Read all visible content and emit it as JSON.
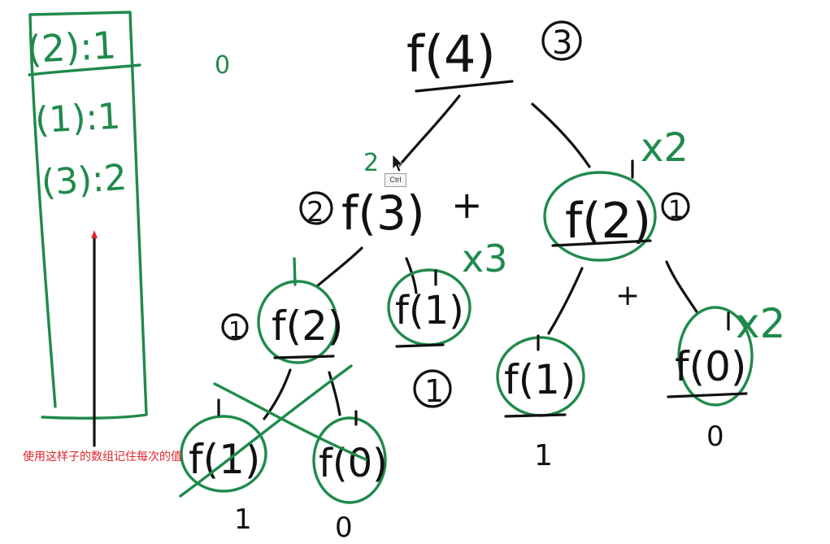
{
  "colors": {
    "ink": "#111111",
    "green": "#1f8a4c",
    "red": "#e0252b"
  },
  "memo": {
    "rows": [
      {
        "label": "(2):1"
      },
      {
        "label": "(1):1"
      },
      {
        "label": "(3):2"
      }
    ]
  },
  "stray_mark": "0",
  "tooltip": {
    "text": "Ctrl"
  },
  "annotation": {
    "text": "使用这样子的数组记住每次的值"
  },
  "tree": {
    "root": {
      "call": "f(4)",
      "badge": "3"
    },
    "f3": {
      "call": "f(3)",
      "badge": "2",
      "mark": "2"
    },
    "plus_top": "+",
    "f2_right": {
      "call": "f(2)",
      "badge": "1",
      "mult": "x2"
    },
    "f2_left": {
      "call": "f(2)",
      "badge": "1"
    },
    "f1_mid": {
      "call": "f(1)",
      "mult": "x3",
      "result": "1"
    },
    "plus_right": "+",
    "f1_right": {
      "call": "f(1)",
      "result": "1"
    },
    "f0_right": {
      "call": "f(0)",
      "mult": "x2",
      "result": "0"
    },
    "f1_bottom": {
      "call": "f(1)",
      "result": "1"
    },
    "f0_bottom": {
      "call": "f(0)",
      "result": "0"
    }
  }
}
